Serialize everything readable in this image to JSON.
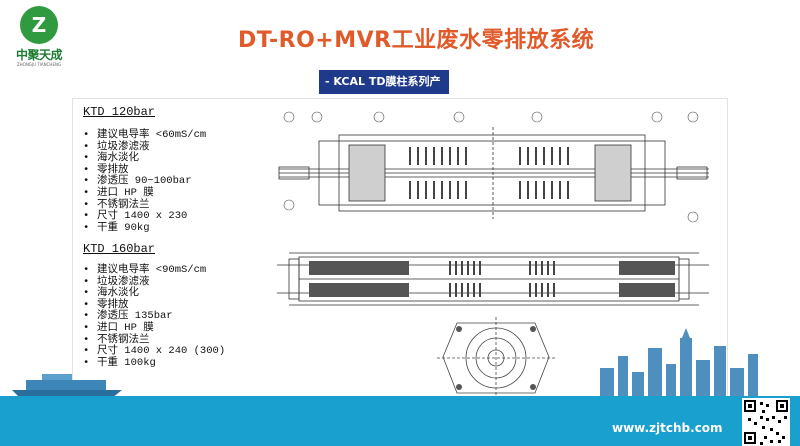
{
  "logo": {
    "mark": "Z",
    "name": "中聚天成",
    "subtext": "ZHONGJU TIANCHENG"
  },
  "title": "DT-RO+MVR工业废水零排放系统",
  "banner": "- KCAL TD膜柱系列产品",
  "sections": [
    {
      "title": "KTD 120bar",
      "specs": [
        "建议电导率 <60mS/cm",
        "垃圾渗滤液",
        "海水淡化",
        "零排放",
        "渗透压 90~100bar",
        "进口 HP 膜",
        "不锈钢法兰",
        "尺寸 1400 x 230",
        "干重 90kg"
      ]
    },
    {
      "title": "KTD 160bar",
      "specs": [
        "建议电导率 <90mS/cm",
        "垃圾渗滤液",
        "海水淡化",
        "零排放",
        "渗透压 135bar",
        "进口 HP 膜",
        "不锈钢法兰",
        "尺寸 1400 x 240 (300)",
        "干重 100kg"
      ]
    }
  ],
  "website": "www.zjtchb.com",
  "colors": {
    "title": "#e05a2a",
    "banner": "#1f3a8a",
    "strip": "#1aa0cf",
    "logo": "#2f9a3f"
  }
}
